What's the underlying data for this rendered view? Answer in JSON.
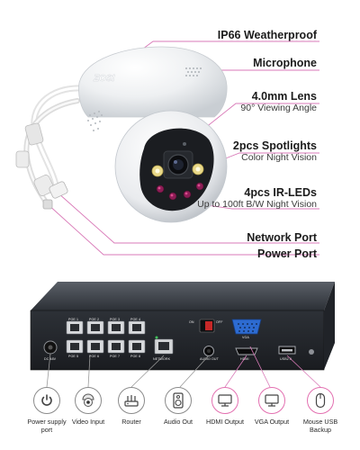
{
  "callouts": {
    "weatherproof": {
      "title": "IP66 Weatherproof"
    },
    "microphone": {
      "title": "Microphone"
    },
    "lens": {
      "title": "4.0mm Lens",
      "subtitle": "90° Viewing Angle"
    },
    "spotlights": {
      "title": "2pcs Spotlights",
      "subtitle": "Color Night Vision"
    },
    "irleds": {
      "title": "4pcs IR-LEDs",
      "subtitle": "Up to 100ft B/W Night Vision"
    },
    "network": {
      "title": "Network Port"
    },
    "power": {
      "title": "Power Port"
    }
  },
  "camera": {
    "brand": "ZOSI"
  },
  "nvr": {
    "poe_labels": [
      "POE 1",
      "POE 2",
      "POE 3",
      "POE 4",
      "POE 5",
      "POE 6",
      "POE 7",
      "POE 8"
    ],
    "dc_label": "DC 48V",
    "network_label": "NETWORK",
    "audio_label": "AUDIO OUT",
    "on_label": "ON",
    "off_label": "OFF",
    "vga_label": "VGA",
    "hdmi_label": "HDMI",
    "usb_label": "USB2.0"
  },
  "icons": [
    {
      "label": "Power supply port",
      "icon": "power-icon",
      "color": "#8a8a8a"
    },
    {
      "label": "Video Input",
      "icon": "dome-camera-icon",
      "color": "#8a8a8a"
    },
    {
      "label": "Router",
      "icon": "router-icon",
      "color": "#8a8a8a"
    },
    {
      "label": "Audio Out",
      "icon": "speaker-icon",
      "color": "#8a8a8a"
    },
    {
      "label": "HDMI Output",
      "icon": "monitor-icon",
      "color": "#e36fb0"
    },
    {
      "label": "VGA Output",
      "icon": "monitor-icon",
      "color": "#e36fb0"
    },
    {
      "label": "Mouse USB Backup",
      "icon": "mouse-icon",
      "color": "#e36fb0"
    }
  ],
  "colors": {
    "leader_line": "#d97ab8",
    "accent": "#e36fb0"
  }
}
